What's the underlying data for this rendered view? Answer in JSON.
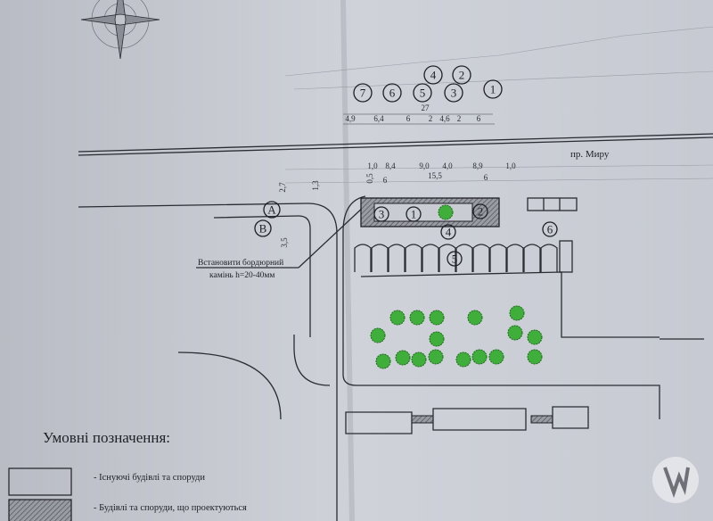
{
  "street_label": "пр. Миру",
  "top_markers": [
    "7",
    "6",
    "5",
    "4",
    "3",
    "2",
    "1"
  ],
  "top_dimensions": {
    "total": "27",
    "segments": [
      "4,9",
      "6,4",
      "6",
      "2",
      "4,6",
      "2",
      "6"
    ]
  },
  "mid_dimensions": {
    "values": [
      "1,0",
      "8,4",
      "9,0",
      "4,0",
      "8,9",
      "1,0"
    ],
    "offsets": [
      "0,5",
      "6",
      "15,5",
      "6",
      "2,7",
      "1,3",
      "3,5"
    ]
  },
  "building_markers": [
    "3",
    "1",
    "2",
    "4",
    "5",
    "6"
  ],
  "side_markers": [
    "A",
    "B"
  ],
  "curb_note": {
    "line1": "Встановити бордюрний",
    "line2": "камінь h=20-40мм"
  },
  "legend": {
    "title": "Умовні позначення:",
    "items": [
      {
        "label": "- Існуючі будівлі та споруди"
      },
      {
        "label": "- Будівлі та споруди, що проектуються"
      }
    ]
  },
  "colors": {
    "paper": "#c9ccd3",
    "tree": "#3fae3a",
    "ink": "#1e2026"
  }
}
